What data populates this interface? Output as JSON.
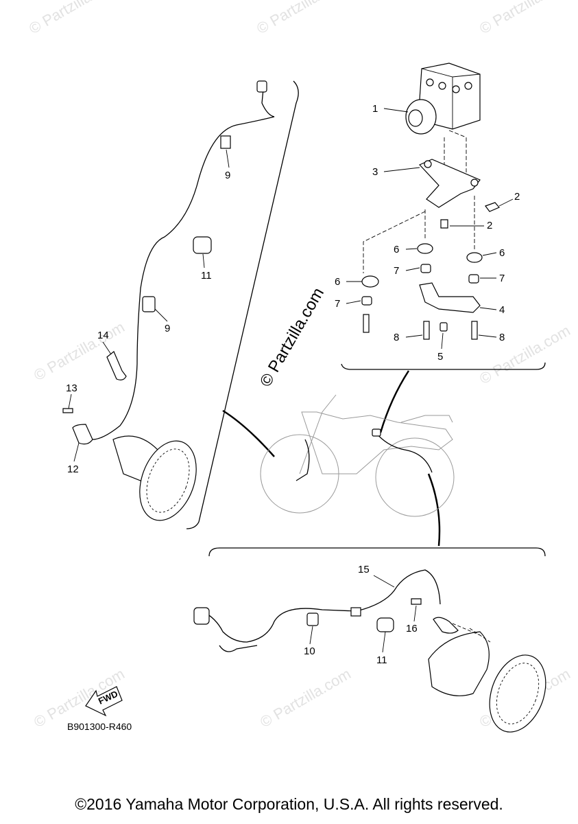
{
  "callouts": [
    {
      "id": "c1",
      "text": "1"
    },
    {
      "id": "c2a",
      "text": "2"
    },
    {
      "id": "c2b",
      "text": "2"
    },
    {
      "id": "c3",
      "text": "3"
    },
    {
      "id": "c4",
      "text": "4"
    },
    {
      "id": "c5",
      "text": "5"
    },
    {
      "id": "c6a",
      "text": "6"
    },
    {
      "id": "c6b",
      "text": "6"
    },
    {
      "id": "c6c",
      "text": "6"
    },
    {
      "id": "c7a",
      "text": "7"
    },
    {
      "id": "c7b",
      "text": "7"
    },
    {
      "id": "c7c",
      "text": "7"
    },
    {
      "id": "c8a",
      "text": "8"
    },
    {
      "id": "c8b",
      "text": "8"
    },
    {
      "id": "c9a",
      "text": "9"
    },
    {
      "id": "c9b",
      "text": "9"
    },
    {
      "id": "c10",
      "text": "10"
    },
    {
      "id": "c11a",
      "text": "11"
    },
    {
      "id": "c11b",
      "text": "11"
    },
    {
      "id": "c12",
      "text": "12"
    },
    {
      "id": "c13",
      "text": "13"
    },
    {
      "id": "c14",
      "text": "14"
    },
    {
      "id": "c15",
      "text": "15"
    },
    {
      "id": "c16",
      "text": "16"
    }
  ],
  "watermark": {
    "small": "© Partzilla.com",
    "center": "© Partzilla.com"
  },
  "fwd_label": "FWD",
  "reference_code": "B901300-R460",
  "copyright": "©2016 Yamaha Motor Corporation, U.S.A. All rights reserved."
}
